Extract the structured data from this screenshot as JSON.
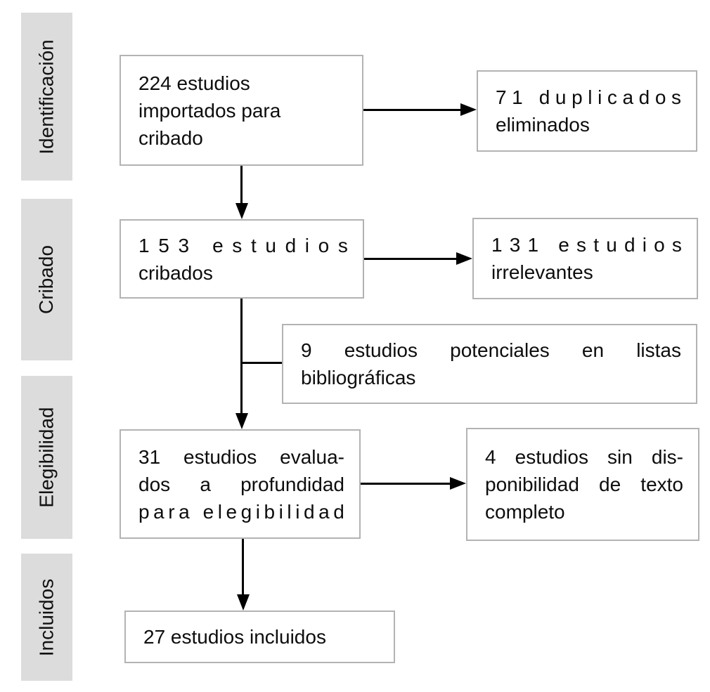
{
  "diagram": {
    "type": "prisma-flow",
    "language": "es",
    "colors": {
      "background": "#ffffff",
      "stage_band_fill": "#dcdcdc",
      "box_border": "#b3b3b3",
      "text": "#000000",
      "connector": "#000000"
    },
    "stages": [
      {
        "label": "Identificación"
      },
      {
        "label": "Cribado"
      },
      {
        "label": "Elegibilidad"
      },
      {
        "label": "Incluidos"
      }
    ],
    "boxes": {
      "imported": {
        "count": 224,
        "text": "224 estudios importados para cribado",
        "lines": [
          "224 estudios",
          "importados para",
          "cribado"
        ]
      },
      "duplicates": {
        "count": 71,
        "text": "71 duplicados eliminados",
        "lines": [
          "71 duplicados",
          "eliminados"
        ]
      },
      "screened": {
        "count": 153,
        "text": "153 estudios cribados",
        "lines": [
          "153 estudios",
          "cribados"
        ]
      },
      "irrelevant": {
        "count": 131,
        "text": "131 estudios irrelevantes",
        "lines": [
          "131 estudios",
          "irrelevantes"
        ]
      },
      "potential": {
        "count": 9,
        "text": "9 estudios potenciales en listas bibliográficas",
        "lines": [
          "9 estudios potenciales en listas",
          "bibliográficas"
        ]
      },
      "assessed": {
        "count": 31,
        "text": "31 estudios evaluados a profundidad para elegibilidad",
        "lines": [
          "31 estudios evalua-",
          "dos a profundidad",
          "para elegibilidad"
        ]
      },
      "no_fulltext": {
        "count": 4,
        "text": "4 estudios sin disponibilidad de texto completo",
        "lines": [
          "4 estudios sin dis-",
          "ponibilidad de texto",
          "completo"
        ]
      },
      "included": {
        "count": 27,
        "text": "27 estudios incluidos",
        "lines": [
          "27 estudios incluidos"
        ]
      }
    }
  }
}
